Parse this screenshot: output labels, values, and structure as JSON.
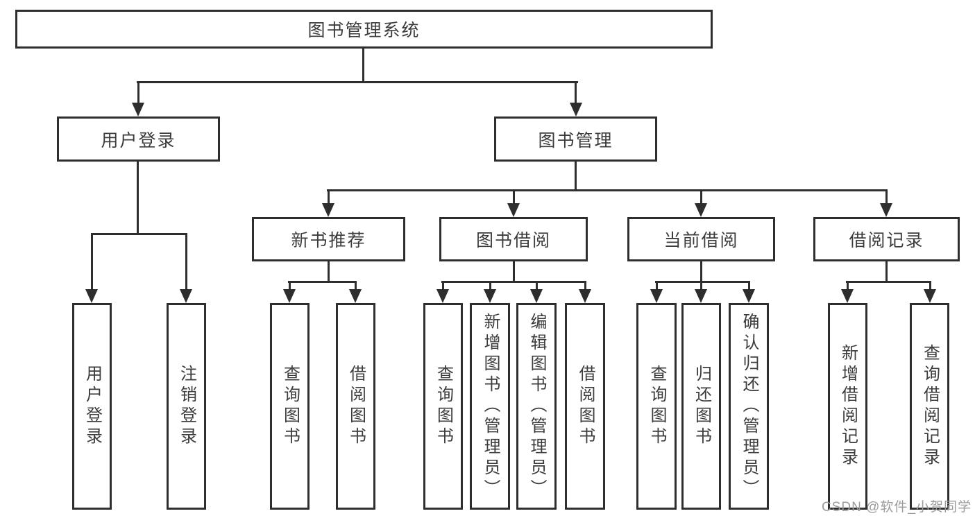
{
  "tree": {
    "label": "图书管理系统",
    "children": [
      {
        "label": "用户登录",
        "children": [
          {
            "label": "用户登录"
          },
          {
            "label": "注销登录"
          }
        ]
      },
      {
        "label": "图书管理",
        "children": [
          {
            "label": "新书推荐",
            "children": [
              {
                "label": "查询图书"
              },
              {
                "label": "借阅图书"
              }
            ]
          },
          {
            "label": "图书借阅",
            "children": [
              {
                "label": "查询图书"
              },
              {
                "label": "新增图书（管理员）"
              },
              {
                "label": "编辑图书（管理员）"
              },
              {
                "label": "借阅图书"
              }
            ]
          },
          {
            "label": "当前借阅",
            "children": [
              {
                "label": "查询图书"
              },
              {
                "label": "归还图书"
              },
              {
                "label": "确认归还（管理员）"
              }
            ]
          },
          {
            "label": "借阅记录",
            "children": [
              {
                "label": "新增借阅记录"
              },
              {
                "label": "查询借阅记录"
              }
            ]
          }
        ]
      }
    ]
  },
  "watermark": "CSDN @软件_小贺同学",
  "colors": {
    "line": "#2e2e2e",
    "text": "#3c3c3c",
    "watermark": "#9b9b9b",
    "background": "#ffffff"
  }
}
